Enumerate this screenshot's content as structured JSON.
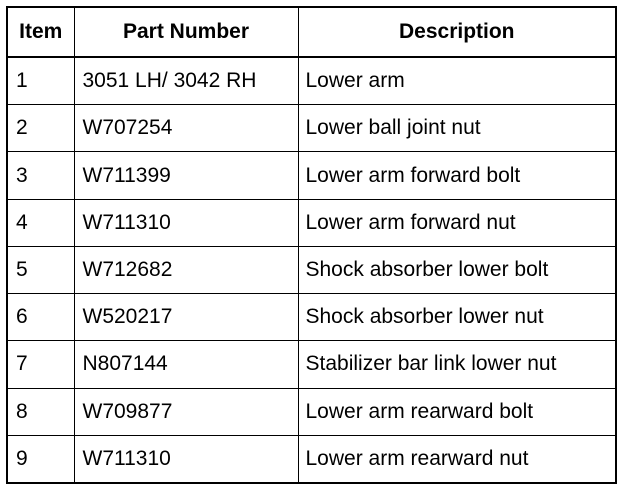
{
  "table": {
    "headers": {
      "item": "Item",
      "part_number": "Part Number",
      "description": "Description"
    },
    "rows": [
      {
        "item": "1",
        "part_number": "3051 LH/ 3042 RH",
        "description": "Lower arm"
      },
      {
        "item": "2",
        "part_number": "W707254",
        "description": "Lower ball joint nut"
      },
      {
        "item": "3",
        "part_number": "W711399",
        "description": "Lower arm forward bolt"
      },
      {
        "item": "4",
        "part_number": "W711310",
        "description": "Lower arm forward nut"
      },
      {
        "item": "5",
        "part_number": "W712682",
        "description": "Shock absorber lower bolt"
      },
      {
        "item": "6",
        "part_number": "W520217",
        "description": "Shock absorber lower nut"
      },
      {
        "item": "7",
        "part_number": "N807144",
        "description": "Stabilizer bar link lower nut"
      },
      {
        "item": "8",
        "part_number": "W709877",
        "description": "Lower arm rearward bolt"
      },
      {
        "item": "9",
        "part_number": "W711310",
        "description": "Lower arm rearward nut"
      }
    ]
  }
}
